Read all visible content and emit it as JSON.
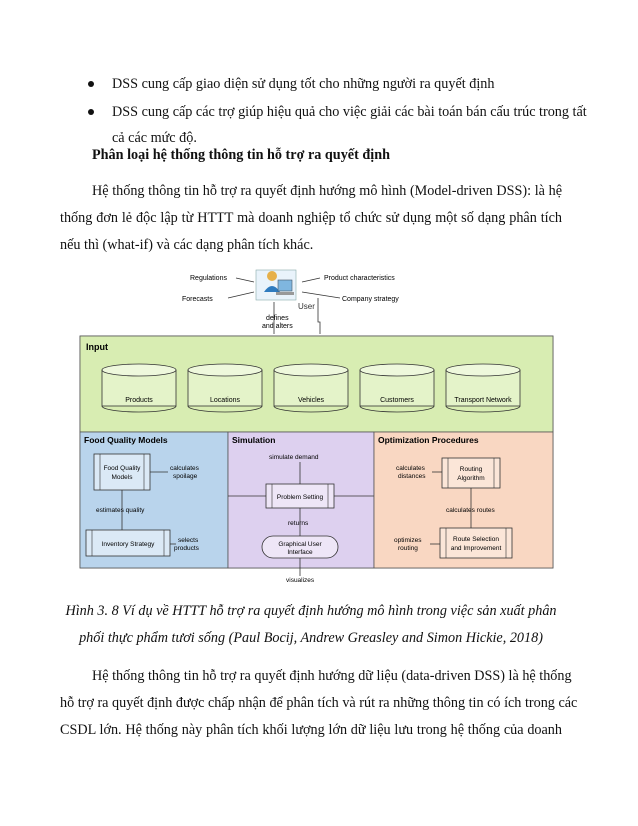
{
  "bullets": [
    {
      "line1": "DSS cung cấp giao diện sử dụng tốt cho những người ra quyết định",
      "line2": ""
    },
    {
      "line1": "DSS cung cấp các trợ giúp hiệu quả cho việc giải các bài toán bán cấu trúc trong tất",
      "line2": "cả các mức độ."
    }
  ],
  "heading": "Phân loại hệ thống thông tin hỗ trợ ra quyết định",
  "para1": {
    "l1": "Hệ thống thông tin hỗ trợ ra quyết định hướng mô hình (Model-driven DSS): là hệ",
    "l2": "thống đơn lẻ độc lập từ HTTT mà doanh nghiệp tổ chức sử dụng một số dạng phân tích",
    "l3": "nếu thì (what-if) và các dạng phân tích khác."
  },
  "figure": {
    "regulations": "Regulations",
    "forecasts": "Forecasts",
    "product_characteristics": "Product characteristics",
    "company_strategy": "Company strategy",
    "user": "User",
    "defines": "defines",
    "and_alters": "and alters",
    "input_title": "Input",
    "databases": [
      "Products",
      "Locations",
      "Vehicles",
      "Customers",
      "Transport Network"
    ],
    "food_title": "Food Quality Models",
    "sim_title": "Simulation",
    "opt_title": "Optimization Procedures",
    "fq_models_1": "Food Quality",
    "fq_models_2": "Models",
    "calculates_1": "calculates",
    "spoilage": "spoilage",
    "estimates_quality": "estimates quality",
    "inventory_strategy": "Inventory Strategy",
    "selects": "selects",
    "products": "products",
    "simulate_demand": "simulate demand",
    "problem_setting": "Problem Setting",
    "returns": "returns",
    "gui_1": "Graphical User",
    "gui_2": "Interface",
    "visualizes": "visualizes",
    "calculates_2": "calculates",
    "distances": "distances",
    "routing_1": "Routing",
    "routing_2": "Algorithm",
    "calculates_routes": "calculates routes",
    "optimizes": "optimizes",
    "routing_word": "routing",
    "route_sel_1": "Route Selection",
    "route_sel_2": "and Improvement",
    "colors": {
      "input": "#d8edb2",
      "food": "#b9d4ec",
      "sim": "#ddd0ef",
      "opt": "#f9d7c2"
    }
  },
  "caption": {
    "l1": "Hình 3.  8 Ví dụ về HTTT hỗ trợ ra quyết định hướng mô hình trong việc sản xuất phân",
    "l2": "phối thực phẩm tươi sống (Paul Bocij, Andrew Greasley and Simon Hickie, 2018)"
  },
  "para2": {
    "l1": "Hệ thống thông tin hỗ trợ ra quyết định hướng dữ liệu (data-driven DSS) là hệ thống",
    "l2": "hỗ trợ ra quyết định được chấp nhận để phân tích và rút ra những thông tin có ích trong các",
    "l3": "CSDL lớn. Hệ thống này phân tích khối lượng lớn dữ liệu lưu trong hệ thống của doanh"
  }
}
